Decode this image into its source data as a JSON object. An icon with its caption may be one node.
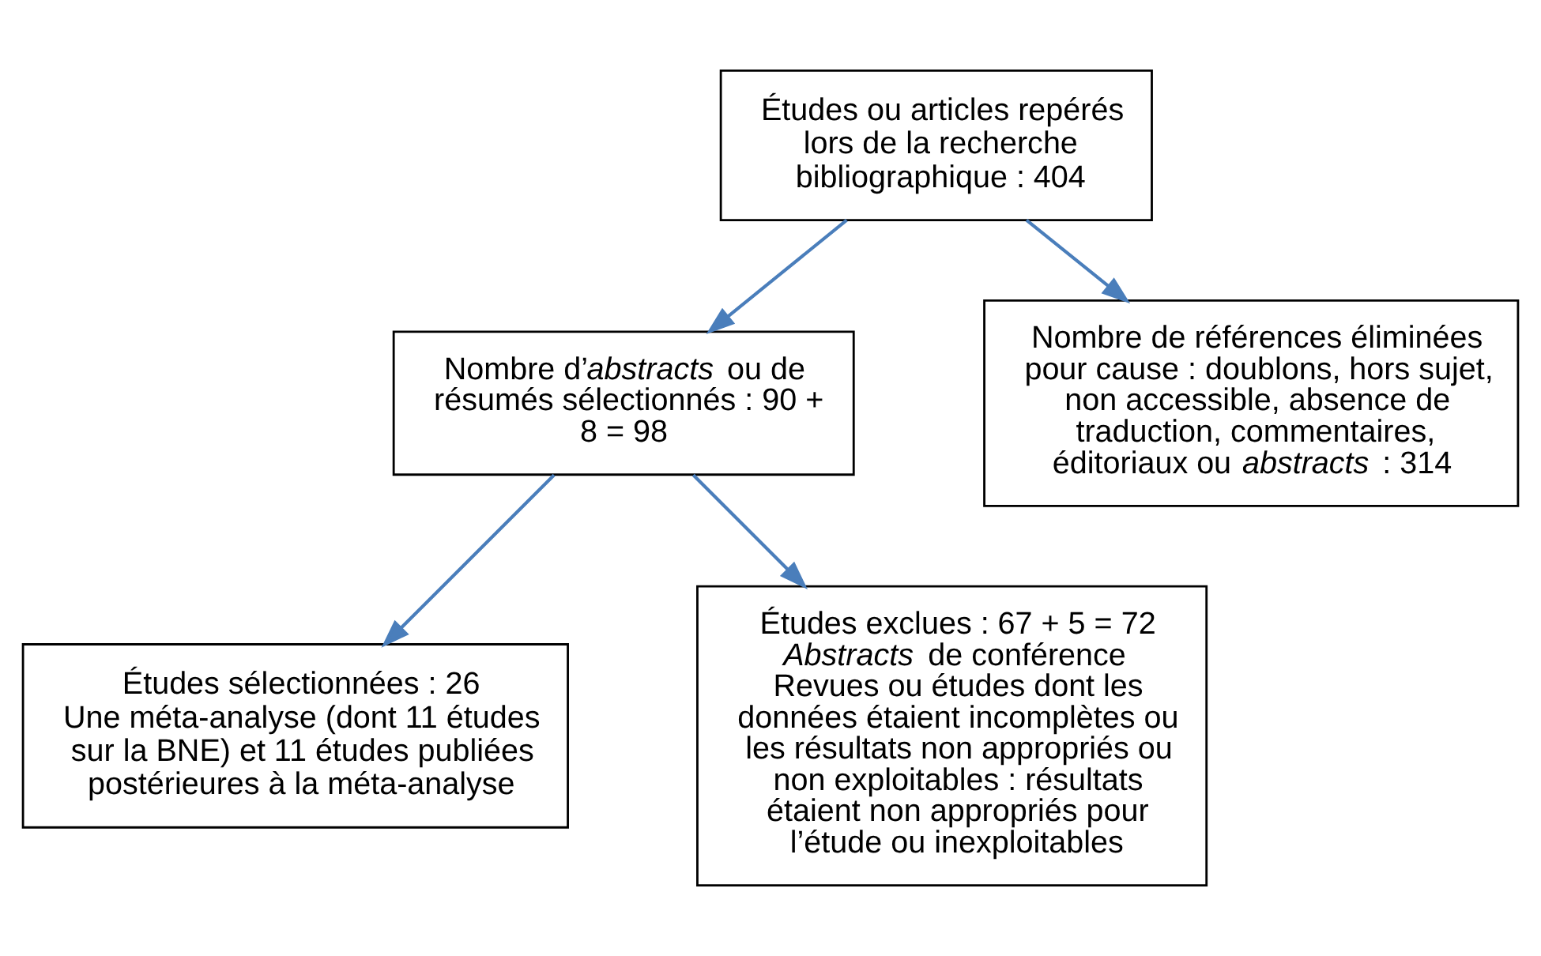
{
  "diagram": {
    "nodes": [
      {
        "text": [
          "Études ou articles repérés lors de la recherche bibliographique : 404"
        ]
      },
      {
        "text": [
          "Nombre de références éliminées pour cause : doublons, hors sujet, non accessible, absence de traduction, commentaires, éditoriaux ou *abstracts* : 314"
        ]
      },
      {
        "text": [
          "Nombre d’*abstracts* ou de résumés sélectionnés : 90 + 8 = 98"
        ]
      },
      {
        "text": [
          "Études exclues : 67 + 5 = 72",
          "*Abstracts* de conférence",
          "Revues ou études dont les données étaient incomplètes ou les résultats non appropriés ou non exploitables : résultats étaient non appropriés pour l’étude ou inexploitables"
        ]
      },
      {
        "text": [
          "Études sélectionnées : 26",
          "Une méta-analyse (dont 11 études sur la BNE) et 11 études publiées postérieures à la méta-analyse"
        ]
      }
    ],
    "edges": [
      {
        "from": 0,
        "to": 2,
        "arrow": "to"
      },
      {
        "from": 0,
        "to": 1,
        "arrow": "to"
      },
      {
        "from": 2,
        "to": 4,
        "arrow": "to"
      },
      {
        "from": 2,
        "to": 3,
        "arrow": "to"
      }
    ]
  }
}
